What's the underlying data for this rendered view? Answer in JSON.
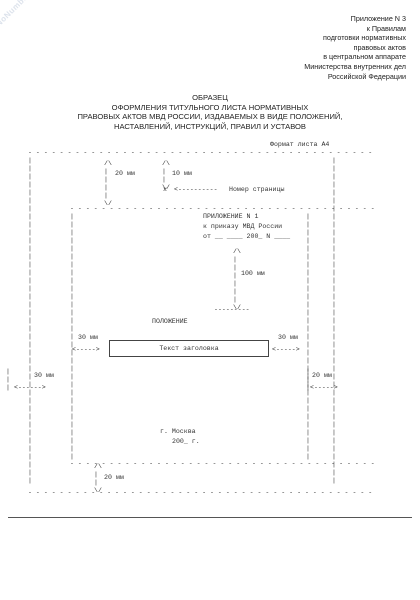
{
  "watermark": "NoNumber.ru",
  "appendix": {
    "lines": [
      "Приложение N 3",
      "к Правилам",
      "подготовки нормативных",
      "правовых актов",
      "в центральном аппарате",
      "Министерства внутренних дел",
      "Российской Федерации"
    ]
  },
  "title": {
    "lines": [
      "ОБРАЗЕЦ",
      "ОФОРМЛЕНИЯ ТИТУЛЬНОГО ЛИСТА НОРМАТИВНЫХ",
      "ПРАВОВЫХ АКТОВ МВД РОССИИ, ИЗДАВАЕМЫХ В ВИДЕ ПОЛОЖЕНИЙ,",
      "НАСТАВЛЕНИЙ, ИНСТРУКЦИЙ, ПРАВИЛ И УСТАВОВ"
    ]
  },
  "sheet": {
    "format_label": "Формат листа A4",
    "top_margin": "20 мм",
    "page_number_margin": "10 мм",
    "page_number_marker": "x",
    "page_number_label": "Номер страницы",
    "stamp": {
      "line1": "ПРИЛОЖЕНИЕ N 1",
      "line2": "к приказу МВД России",
      "line3": "от __ ____ 200_ N ____"
    },
    "gap_label": "100 мм",
    "doc_type": "ПОЛОЖЕНИЕ",
    "left_margin": "30 мм",
    "right_margin": "30 мм",
    "heading_box": "Текст заголовка",
    "outer_left_margin": "30 мм",
    "outer_right_margin": "20 мм",
    "city": "г. Москва",
    "year": "200_ г.",
    "bottom_margin": "20 мм"
  }
}
